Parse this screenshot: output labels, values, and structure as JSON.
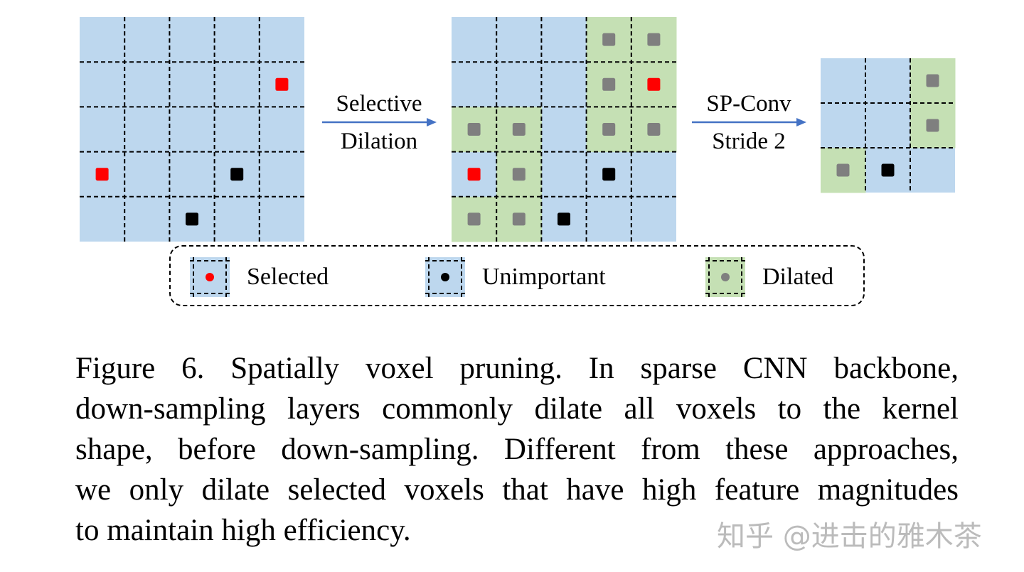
{
  "colors": {
    "blue_cell": "#bdd7ee",
    "green_cell": "#c5e0b4",
    "selected": "#ff0000",
    "unimportant": "#000000",
    "dilated": "#7f7f7f",
    "arrow": "#4472c4"
  },
  "grids": [
    {
      "name": "input-grid",
      "size": 5,
      "green_cells": [],
      "voxels": [
        {
          "row": 1,
          "col": 4,
          "type": "selected"
        },
        {
          "row": 3,
          "col": 0,
          "type": "selected"
        },
        {
          "row": 3,
          "col": 3,
          "type": "unimportant"
        },
        {
          "row": 4,
          "col": 2,
          "type": "unimportant"
        }
      ]
    },
    {
      "name": "dilated-grid",
      "size": 5,
      "green_cells": [
        [
          0,
          3
        ],
        [
          0,
          4
        ],
        [
          1,
          3
        ],
        [
          1,
          4
        ],
        [
          2,
          0
        ],
        [
          2,
          1
        ],
        [
          2,
          3
        ],
        [
          2,
          4
        ],
        [
          3,
          1
        ],
        [
          4,
          0
        ],
        [
          4,
          1
        ]
      ],
      "voxels": [
        {
          "row": 0,
          "col": 3,
          "type": "dilated"
        },
        {
          "row": 0,
          "col": 4,
          "type": "dilated"
        },
        {
          "row": 1,
          "col": 3,
          "type": "dilated"
        },
        {
          "row": 1,
          "col": 4,
          "type": "selected"
        },
        {
          "row": 2,
          "col": 0,
          "type": "dilated"
        },
        {
          "row": 2,
          "col": 1,
          "type": "dilated"
        },
        {
          "row": 2,
          "col": 3,
          "type": "dilated"
        },
        {
          "row": 2,
          "col": 4,
          "type": "dilated"
        },
        {
          "row": 3,
          "col": 0,
          "type": "selected"
        },
        {
          "row": 3,
          "col": 1,
          "type": "dilated"
        },
        {
          "row": 3,
          "col": 3,
          "type": "unimportant"
        },
        {
          "row": 4,
          "col": 0,
          "type": "dilated"
        },
        {
          "row": 4,
          "col": 1,
          "type": "dilated"
        },
        {
          "row": 4,
          "col": 2,
          "type": "unimportant"
        }
      ]
    },
    {
      "name": "output-grid",
      "size": 3,
      "green_cells": [
        [
          0,
          2
        ],
        [
          1,
          2
        ],
        [
          2,
          0
        ]
      ],
      "voxels": [
        {
          "row": 0,
          "col": 2,
          "type": "dilated"
        },
        {
          "row": 1,
          "col": 2,
          "type": "dilated"
        },
        {
          "row": 2,
          "col": 0,
          "type": "dilated"
        },
        {
          "row": 2,
          "col": 1,
          "type": "unimportant"
        }
      ]
    }
  ],
  "arrows": {
    "first": {
      "line1": "Selective",
      "line2": "Dilation"
    },
    "second": {
      "line1": "SP-Conv",
      "line2": "Stride 2"
    }
  },
  "legend": {
    "selected": "Selected",
    "unimportant": "Unimportant",
    "dilated": "Dilated"
  },
  "caption": {
    "lines": [
      "Figure 6.  Spatially voxel pruning.  In sparse CNN backbone,",
      "down-sampling layers commonly dilate all voxels to the kernel",
      "shape, before down-sampling.  Different from these approaches,",
      "we only dilate selected voxels that have high feature magnitudes",
      "to maintain high efficiency."
    ]
  },
  "watermark": "知乎 @进击的雅木茶"
}
